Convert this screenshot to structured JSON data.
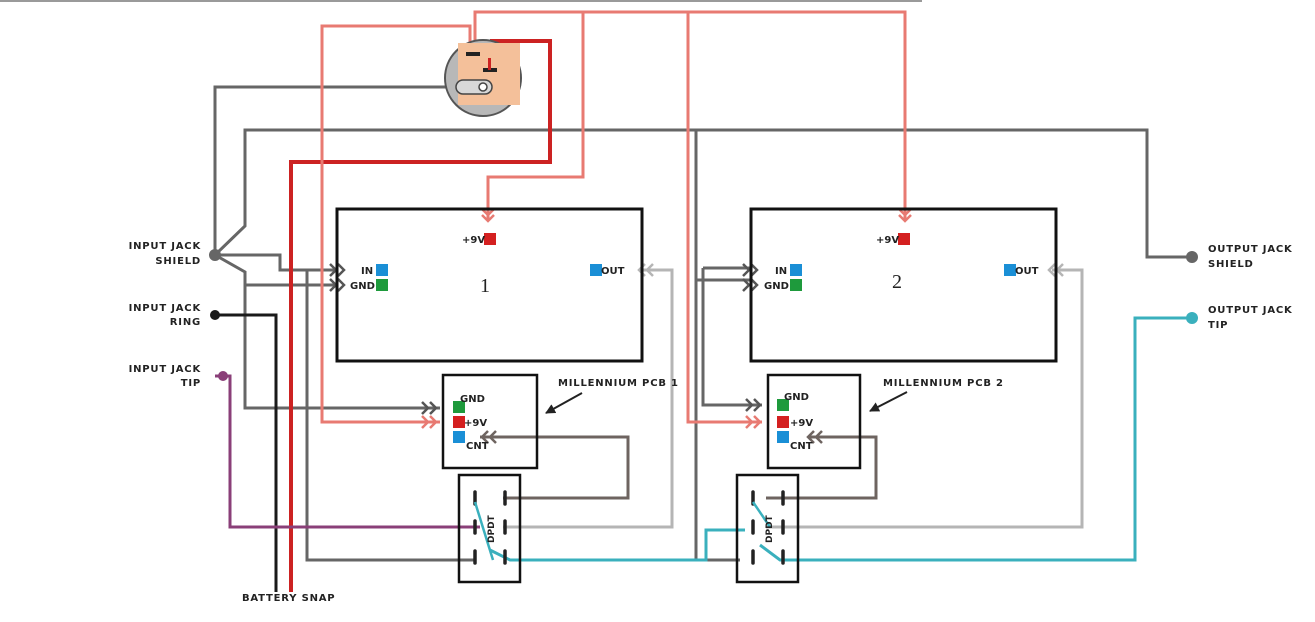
{
  "labels": {
    "input_jack_shield": [
      "INPUT JACK",
      "SHIELD"
    ],
    "input_jack_ring": [
      "INPUT JACK",
      "RING"
    ],
    "input_jack_tip": [
      "INPUT JACK",
      "TIP"
    ],
    "output_jack_shield": [
      "OUTPUT JACK",
      "SHIELD"
    ],
    "output_jack_tip": [
      "OUTPUT JACK",
      "TIP"
    ],
    "battery_snap": "BATTERY SNAP"
  },
  "boards": [
    {
      "number": "1",
      "pin_in": "IN",
      "pin_gnd": "GND",
      "pin_9v": "+9V",
      "pin_out": "OUT"
    },
    {
      "number": "2",
      "pin_in": "IN",
      "pin_gnd": "GND",
      "pin_9v": "+9V",
      "pin_out": "OUT"
    }
  ],
  "millennium": [
    {
      "label": "MILLENNIUM PCB 1",
      "pin_gnd": "GND",
      "pin_9v": "+9V",
      "pin_cnt": "CNT"
    },
    {
      "label": "MILLENNIUM PCB 2",
      "pin_gnd": "GND",
      "pin_9v": "+9V",
      "pin_cnt": "CNT"
    }
  ],
  "switch_label": "DPDT",
  "colors": {
    "ground": "#666666",
    "power_red": "#cc2222",
    "power_pink": "#e87a72",
    "signal_grey": "#b5b5b5",
    "signal_brown": "#6e6460",
    "black": "#1a1a1a",
    "tip_purple": "#8a3f78",
    "tip_cyan": "#3ab0bd",
    "pad_blue": "#1a8fd6",
    "pad_green": "#1e9a3c",
    "pad_red": "#d42020",
    "dc_jack": "#f4c09a"
  }
}
